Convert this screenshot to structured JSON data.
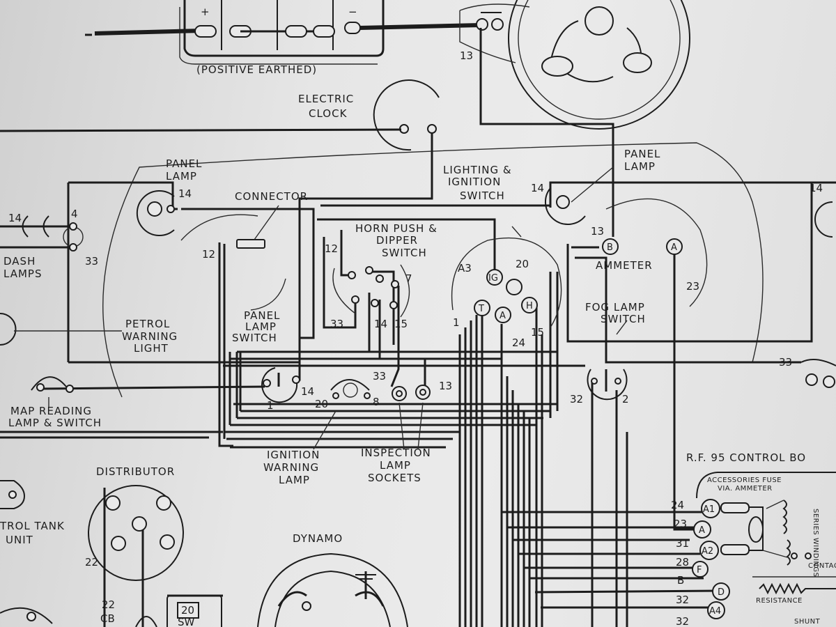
{
  "labels": {
    "positive_earthed": "(POSITIVE EARTHED)",
    "electric_clock_1": "ELECTRIC",
    "electric_clock_2": "CLOCK",
    "panel_lamp_left_1": "PANEL",
    "panel_lamp_left_2": "LAMP",
    "panel_lamp_right_1": "PANEL",
    "panel_lamp_right_2": "LAMP",
    "connector": "CONNECTOR",
    "lighting_switch_1": "LIGHTING &",
    "lighting_switch_2": "IGNITION",
    "lighting_switch_3": "SWITCH",
    "horn_push_1": "HORN PUSH &",
    "horn_push_2": "DIPPER",
    "horn_push_3": "SWITCH",
    "ammeter": "AMMETER",
    "fog_lamp_1": "FOG LAMP",
    "fog_lamp_2": "SWITCH",
    "dash_lamps_1": "DASH",
    "dash_lamps_2": "LAMPS",
    "petrol_warning_1": "PETROL",
    "petrol_warning_2": "WARNING",
    "petrol_warning_3": "LIGHT",
    "panel_lamp_switch_1": "PANEL",
    "panel_lamp_switch_2": "LAMP",
    "panel_lamp_switch_3": "SWITCH",
    "map_reading_1": "MAP READING",
    "map_reading_2": "LAMP & SWITCH",
    "ignition_warning_1": "IGNITION",
    "ignition_warning_2": "WARNING",
    "ignition_warning_3": "LAMP",
    "inspection_1": "INSPECTION",
    "inspection_2": "LAMP",
    "inspection_3": "SOCKETS",
    "distributor": "DISTRIBUTOR",
    "petrol_tank_1": "TROL TANK",
    "petrol_tank_2": "UNIT",
    "dynamo": "DYNAMO",
    "control_box": "R.F. 95   CONTROL BO",
    "accessories_fuse": "ACCESSORIES FUSE",
    "via_ammeter": "VIA. AMMETER",
    "series_windings": "SERIES WINDINGS",
    "contacts": "CONTAC",
    "resistance": "RESISTANCE",
    "shunt": "SHUNT",
    "cb": "CB",
    "sw": "SW",
    "battery_plus": "+",
    "battery_minus": "−"
  },
  "wire_numbers": {
    "n13_top": "13",
    "n14_left": "14",
    "n4": "4",
    "n33_left": "33",
    "n14_panel_left": "14",
    "n12_left": "12",
    "n12_horn": "12",
    "n7": "7",
    "n33_horn": "33",
    "n14_horn": "14",
    "n15_horn": "15",
    "a3": "A3",
    "n20_sw": "20",
    "n1_sw": "1",
    "n24_sw": "24",
    "n15_sw": "15",
    "n14_panel_right": "14",
    "n14_far_right": "14",
    "n13_ammeter": "13",
    "n23_ammeter": "23",
    "n33_right": "33",
    "n33_sockets": "33",
    "n13_sockets": "13",
    "n14_pls": "14",
    "n1_pls": "1",
    "n20_iwl": "20",
    "n8_iwl": "8",
    "n32_fog": "32",
    "n2_fog": "2",
    "n24_cb": "24",
    "n23_cb": "23",
    "n31_cb": "31",
    "n28_cb": "28",
    "b_cb": "B",
    "n32_cb": "32",
    "n32b_cb": "32",
    "n22_dist": "22",
    "n22_cb": "22",
    "n20_sw2": "20"
  },
  "terminals": {
    "b": "B",
    "a": "A",
    "t": "T",
    "a_sw": "A",
    "h": "H",
    "ig": "IG",
    "a1": "A1",
    "a_cb": "A",
    "a2": "A2",
    "f": "F",
    "d": "D",
    "a4": "A4"
  }
}
